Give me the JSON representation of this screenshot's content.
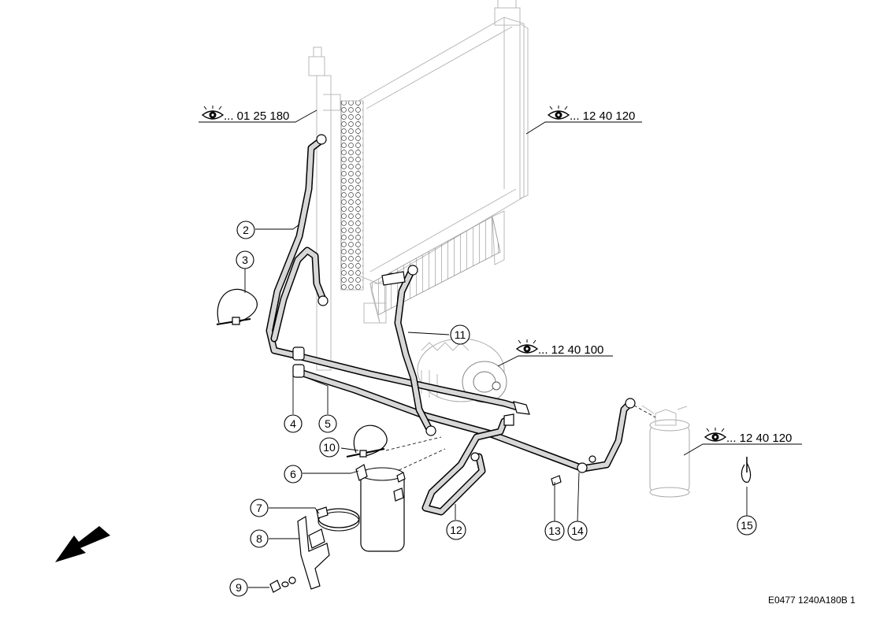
{
  "callouts": [
    {
      "id": "c2",
      "label": "2"
    },
    {
      "id": "c3",
      "label": "3"
    },
    {
      "id": "c4",
      "label": "4"
    },
    {
      "id": "c5",
      "label": "5"
    },
    {
      "id": "c6",
      "label": "6"
    },
    {
      "id": "c7",
      "label": "7"
    },
    {
      "id": "c8",
      "label": "8"
    },
    {
      "id": "c9",
      "label": "9"
    },
    {
      "id": "c10",
      "label": "10"
    },
    {
      "id": "c11",
      "label": "11"
    },
    {
      "id": "c12",
      "label": "12"
    },
    {
      "id": "c13",
      "label": "13"
    },
    {
      "id": "c14",
      "label": "14"
    },
    {
      "id": "c15",
      "label": "15"
    }
  ],
  "references": [
    {
      "id": "r1",
      "text": "... 01 25 180",
      "icon": "eye-icon"
    },
    {
      "id": "r2",
      "text": "... 12 40 120",
      "icon": "eye-icon"
    },
    {
      "id": "r3",
      "text": "... 12 40 100",
      "icon": "eye-icon"
    },
    {
      "id": "r4",
      "text": "... 12 40 120",
      "icon": "eye-icon"
    }
  ],
  "drawing_code": "E0477 1240A180B 1",
  "direction_indicator": "arrow-icon"
}
